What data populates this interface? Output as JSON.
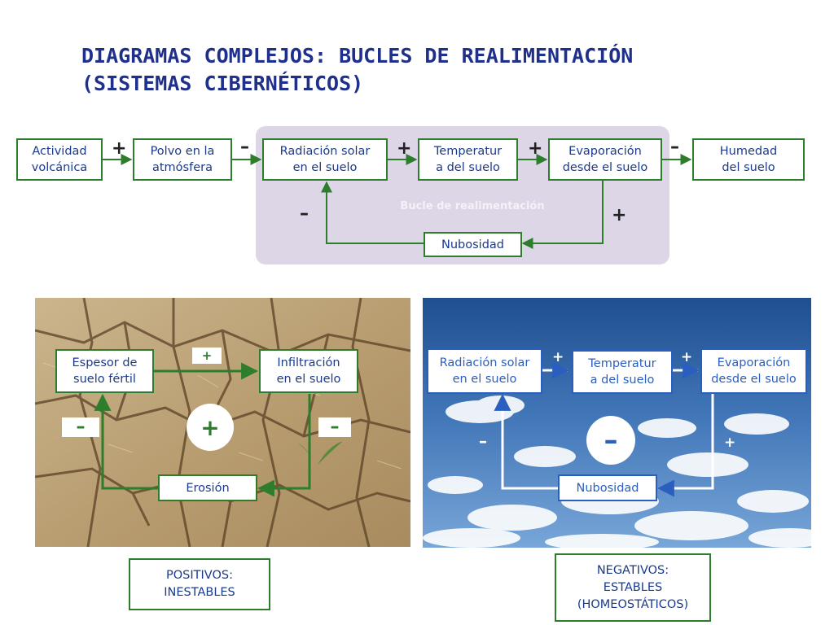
{
  "title": {
    "line1": "DIAGRAMAS COMPLEJOS: BUCLES DE REALIMENTACIÓN",
    "line2": "(SISTEMAS CIBERNÉTICOS)"
  },
  "top_diagram": {
    "nodes": {
      "actividad": "Actividad\nvolcánica",
      "polvo": "Polvo en la\natmósfera",
      "radiacion": "Radiación solar\nen el suelo",
      "temperatura": "Temperatur\na del suelo",
      "evaporacion": "Evaporación\ndesde el suelo",
      "humedad": "Humedad\ndel suelo",
      "nubosidad": "Nubosidad"
    },
    "signs": {
      "s1": "+",
      "s2": "–",
      "s3": "+",
      "s4": "+",
      "s5": "–",
      "loop_left": "–",
      "loop_right": "+"
    },
    "loop_label": "Bucle de realimentación"
  },
  "positive_panel": {
    "nodes": {
      "espesor": "Espesor de\nsuelo fértil",
      "infiltracion": "Infiltración\nen el suelo",
      "erosion": "Erosión"
    },
    "signs": {
      "top": "+",
      "left": "–",
      "right": "–",
      "center": "+"
    },
    "caption": "POSITIVOS:\nINESTABLES"
  },
  "negative_panel": {
    "nodes": {
      "radiacion": "Radiación solar\nen el suelo",
      "temperatura": "Temperatur\na del suelo",
      "evaporacion": "Evaporación\ndesde el suelo",
      "nubosidad": "Nubosidad"
    },
    "signs": {
      "s1": "+",
      "s2": "+",
      "left": "–",
      "right": "+",
      "center": "–"
    },
    "caption": "NEGATIVOS:\nESTABLES\n(HOMEOSTÁTICOS)"
  },
  "colors": {
    "title": "#1f2f8c",
    "box_border": "#2d7d2d",
    "box_text": "#1a3a8c",
    "loop_bg": "#dcd6e6"
  }
}
